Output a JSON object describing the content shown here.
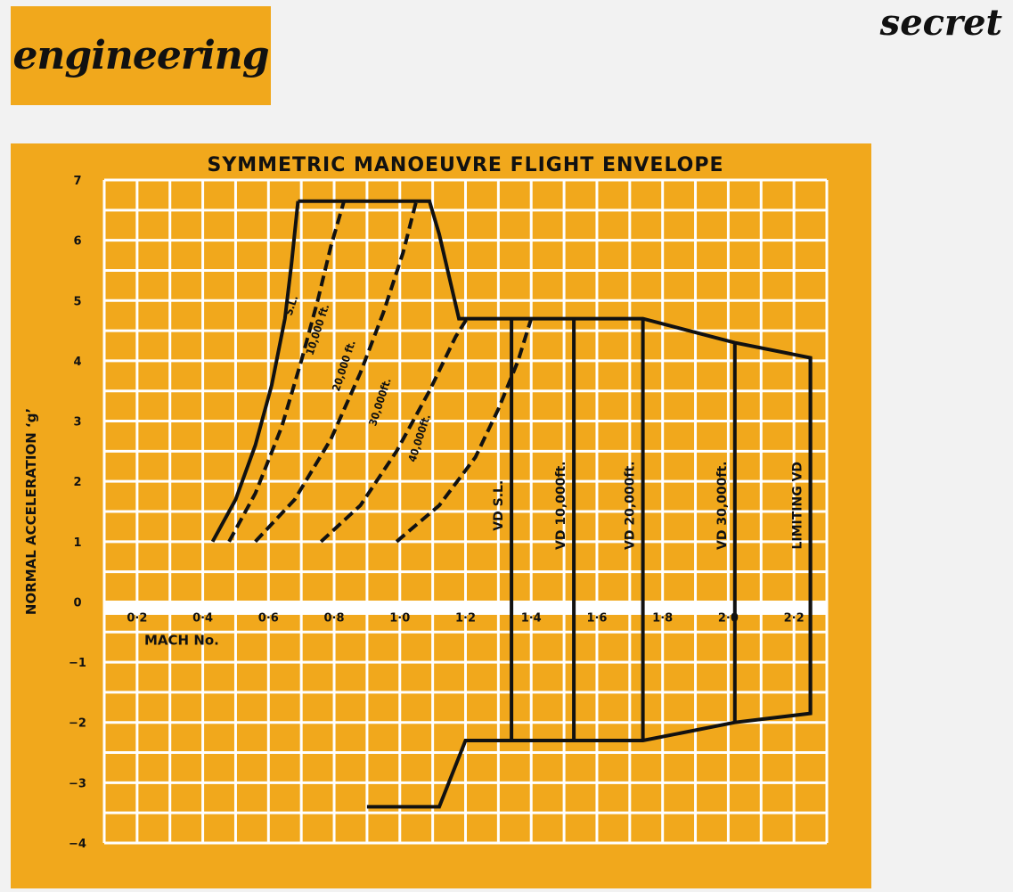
{
  "header": {
    "tag": "engineering",
    "stamp": "secret"
  },
  "chart_data": {
    "type": "line",
    "title": "SYMMETRIC MANOEUVRE FLIGHT ENVELOPE",
    "xlabel": "MACH No.",
    "ylabel": "NORMAL ACCELERATION ‘g’",
    "xlim": [
      0.1,
      2.3
    ],
    "ylim": [
      -4,
      7
    ],
    "x_ticks": [
      {
        "v": 0.2,
        "t": "0·2"
      },
      {
        "v": 0.4,
        "t": "0·4"
      },
      {
        "v": 0.6,
        "t": "0·6"
      },
      {
        "v": 0.8,
        "t": "0·8"
      },
      {
        "v": 1.0,
        "t": "1·0"
      },
      {
        "v": 1.2,
        "t": "1·2"
      },
      {
        "v": 1.4,
        "t": "1·4"
      },
      {
        "v": 1.6,
        "t": "1·6"
      },
      {
        "v": 1.8,
        "t": "1·8"
      },
      {
        "v": 2.0,
        "t": "2·0"
      },
      {
        "v": 2.2,
        "t": "2·2"
      }
    ],
    "y_ticks": [
      {
        "v": 7,
        "t": "7"
      },
      {
        "v": 6,
        "t": "6"
      },
      {
        "v": 5,
        "t": "5"
      },
      {
        "v": 4,
        "t": "4"
      },
      {
        "v": 3,
        "t": "3"
      },
      {
        "v": 2,
        "t": "2"
      },
      {
        "v": 1,
        "t": "1"
      },
      {
        "v": 0,
        "t": "0"
      },
      {
        "v": -1,
        "t": "−1"
      },
      {
        "v": -2,
        "t": "−2"
      },
      {
        "v": -3,
        "t": "−3"
      },
      {
        "v": -4,
        "t": "−4"
      }
    ],
    "grid": true,
    "series": [
      {
        "name": "S.L.",
        "style": "solid",
        "points": [
          [
            0.43,
            1.0
          ],
          [
            0.5,
            1.7
          ],
          [
            0.56,
            2.6
          ],
          [
            0.61,
            3.6
          ],
          [
            0.65,
            4.7
          ],
          [
            0.67,
            5.6
          ],
          [
            0.69,
            6.65
          ]
        ]
      },
      {
        "name": "10,000 ft.",
        "style": "dashed",
        "points": [
          [
            0.48,
            1.0
          ],
          [
            0.56,
            1.8
          ],
          [
            0.64,
            2.9
          ],
          [
            0.7,
            4.0
          ],
          [
            0.75,
            5.0
          ],
          [
            0.79,
            5.9
          ],
          [
            0.83,
            6.65
          ]
        ]
      },
      {
        "name": "20,000 ft.",
        "style": "dashed",
        "points": [
          [
            0.56,
            1.0
          ],
          [
            0.68,
            1.7
          ],
          [
            0.79,
            2.7
          ],
          [
            0.88,
            3.8
          ],
          [
            0.95,
            4.8
          ],
          [
            1.01,
            5.8
          ],
          [
            1.05,
            6.65
          ]
        ]
      },
      {
        "name": "30,000 ft.",
        "style": "dashed",
        "points": [
          [
            0.76,
            1.0
          ],
          [
            0.88,
            1.6
          ],
          [
            0.99,
            2.5
          ],
          [
            1.09,
            3.5
          ],
          [
            1.17,
            4.4
          ],
          [
            1.21,
            4.75
          ]
        ]
      },
      {
        "name": "40,000 ft.",
        "style": "dashed",
        "points": [
          [
            0.99,
            1.0
          ],
          [
            1.12,
            1.6
          ],
          [
            1.23,
            2.4
          ],
          [
            1.3,
            3.2
          ],
          [
            1.36,
            4.0
          ],
          [
            1.4,
            4.7
          ]
        ]
      },
      {
        "name": "Envelope",
        "style": "solid",
        "points": [
          [
            0.69,
            6.65
          ],
          [
            1.09,
            6.65
          ],
          [
            1.12,
            6.1
          ],
          [
            1.18,
            4.7
          ],
          [
            1.74,
            4.7
          ],
          [
            2.02,
            4.3
          ],
          [
            2.25,
            4.05
          ],
          [
            2.25,
            -1.85
          ],
          [
            2.02,
            -2.0
          ],
          [
            1.74,
            -2.3
          ],
          [
            1.2,
            -2.3
          ],
          [
            1.12,
            -3.4
          ],
          [
            0.9,
            -3.4
          ]
        ]
      },
      {
        "name": "VD S.L.",
        "style": "solid",
        "points": [
          [
            1.34,
            4.7
          ],
          [
            1.34,
            -2.3
          ]
        ]
      },
      {
        "name": "VD 10,000ft.",
        "style": "solid",
        "points": [
          [
            1.53,
            4.7
          ],
          [
            1.53,
            -2.3
          ]
        ]
      },
      {
        "name": "VD 20,000ft.",
        "style": "solid",
        "points": [
          [
            1.74,
            4.7
          ],
          [
            1.74,
            -2.3
          ]
        ]
      },
      {
        "name": "VD 30,000ft.",
        "style": "solid",
        "points": [
          [
            2.02,
            4.3
          ],
          [
            2.02,
            -2.0
          ]
        ]
      },
      {
        "name": "LIMITING VD",
        "style": "solid",
        "points": [
          [
            2.25,
            4.05
          ],
          [
            2.25,
            -1.85
          ]
        ]
      }
    ],
    "curve_labels": [
      {
        "t": "S.L.",
        "x": 0.68,
        "y": 4.9
      },
      {
        "t": "10,000 ft.",
        "x": 0.76,
        "y": 4.5
      },
      {
        "t": "20,000 ft.",
        "x": 0.84,
        "y": 3.9
      },
      {
        "t": "30,000ft.",
        "x": 0.95,
        "y": 3.3
      },
      {
        "t": "40,000ft.",
        "x": 1.07,
        "y": 2.7
      }
    ],
    "vd_labels": [
      {
        "t": "VD S.L.",
        "x": 1.34,
        "y": 1.6
      },
      {
        "t": "VD 10,000ft.",
        "x": 1.53,
        "y": 1.6
      },
      {
        "t": "VD 20,000ft.",
        "x": 1.74,
        "y": 1.6
      },
      {
        "t": "VD 30,000ft.",
        "x": 2.02,
        "y": 1.6
      },
      {
        "t": "LIMITING VD",
        "x": 2.25,
        "y": 1.6
      }
    ]
  }
}
